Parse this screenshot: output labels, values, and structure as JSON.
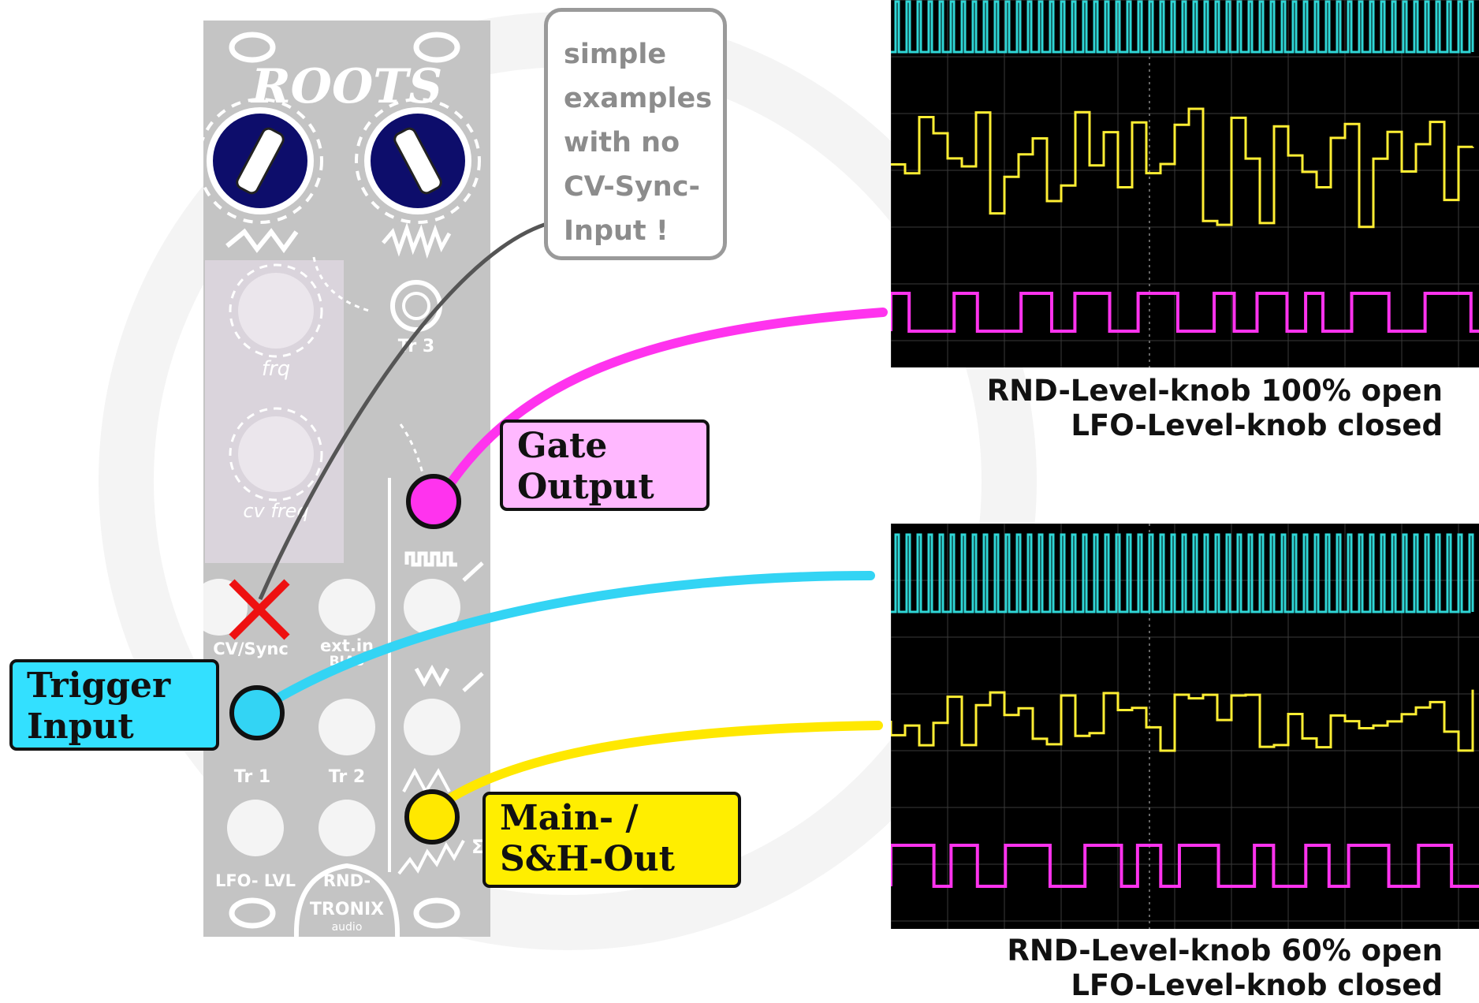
{
  "module": {
    "brand": "ROOTS",
    "maker": "TRONIX",
    "maker_sub": "audio",
    "labels": {
      "frq": "frq",
      "cv_freq": "cv freq",
      "tr3": "Tr 3",
      "cv_sync": "CV/Sync",
      "ext_in": "ext.in",
      "bias": "BIAS",
      "tr1": "Tr 1",
      "tr2": "Tr 2",
      "lfo_lvl": "LFO-\nLVL",
      "rnd_lvl": "RND-"
    }
  },
  "note": {
    "lines": [
      "simple",
      "examples",
      "with no",
      "CV-Sync-",
      "Input !"
    ]
  },
  "callouts": {
    "gate": {
      "line1": "Gate",
      "line2": "Output",
      "color": "#ffb8ff"
    },
    "trigger": {
      "line1": "Trigger",
      "line2": "Input",
      "color": "#33e0ff"
    },
    "main": {
      "line1": "Main- /",
      "line2": "S&H-Out",
      "color": "#ffee00"
    }
  },
  "scopes": [
    {
      "caption_line1": "RND-Level-knob 100% open",
      "caption_line2": "LFO-Level-knob closed"
    },
    {
      "caption_line1": "RND-Level-knob 60%  open",
      "caption_line2": "LFO-Level-knob closed"
    }
  ],
  "colors": {
    "gate": "#ff33ee",
    "trigger": "#33d4f4",
    "main": "#ffe800",
    "panel": "#c4c4c4",
    "knob": "#0d0d6b",
    "x_mark": "#ee1111",
    "scope_cyan": "#2fd6d6",
    "scope_yellow": "#ffee33",
    "scope_magenta": "#ff33ee"
  }
}
